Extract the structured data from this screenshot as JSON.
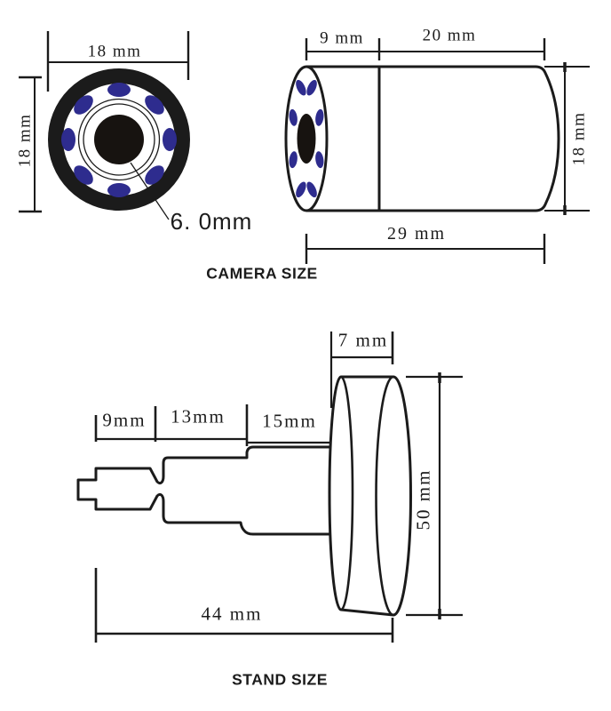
{
  "camera": {
    "title": "CAMERA SIZE",
    "front_view": {
      "diameter_width": "18 mm",
      "diameter_height": "18 mm",
      "lens_diameter": "6. 0mm"
    },
    "side_view": {
      "head_length": "9 mm",
      "body_length": "20 mm",
      "total_length": "29 mm",
      "diameter": "18 mm"
    }
  },
  "stand": {
    "title": "STAND SIZE",
    "segment_1": "9mm",
    "segment_2": "13mm",
    "segment_3": "15mm",
    "disc_thickness": "7 mm",
    "disc_diameter": "50 mm",
    "total_length": "44 mm"
  },
  "colors": {
    "line": "#1b1b1b",
    "led": "#2e2c8e",
    "lens": "#171310",
    "background": "#ffffff"
  }
}
